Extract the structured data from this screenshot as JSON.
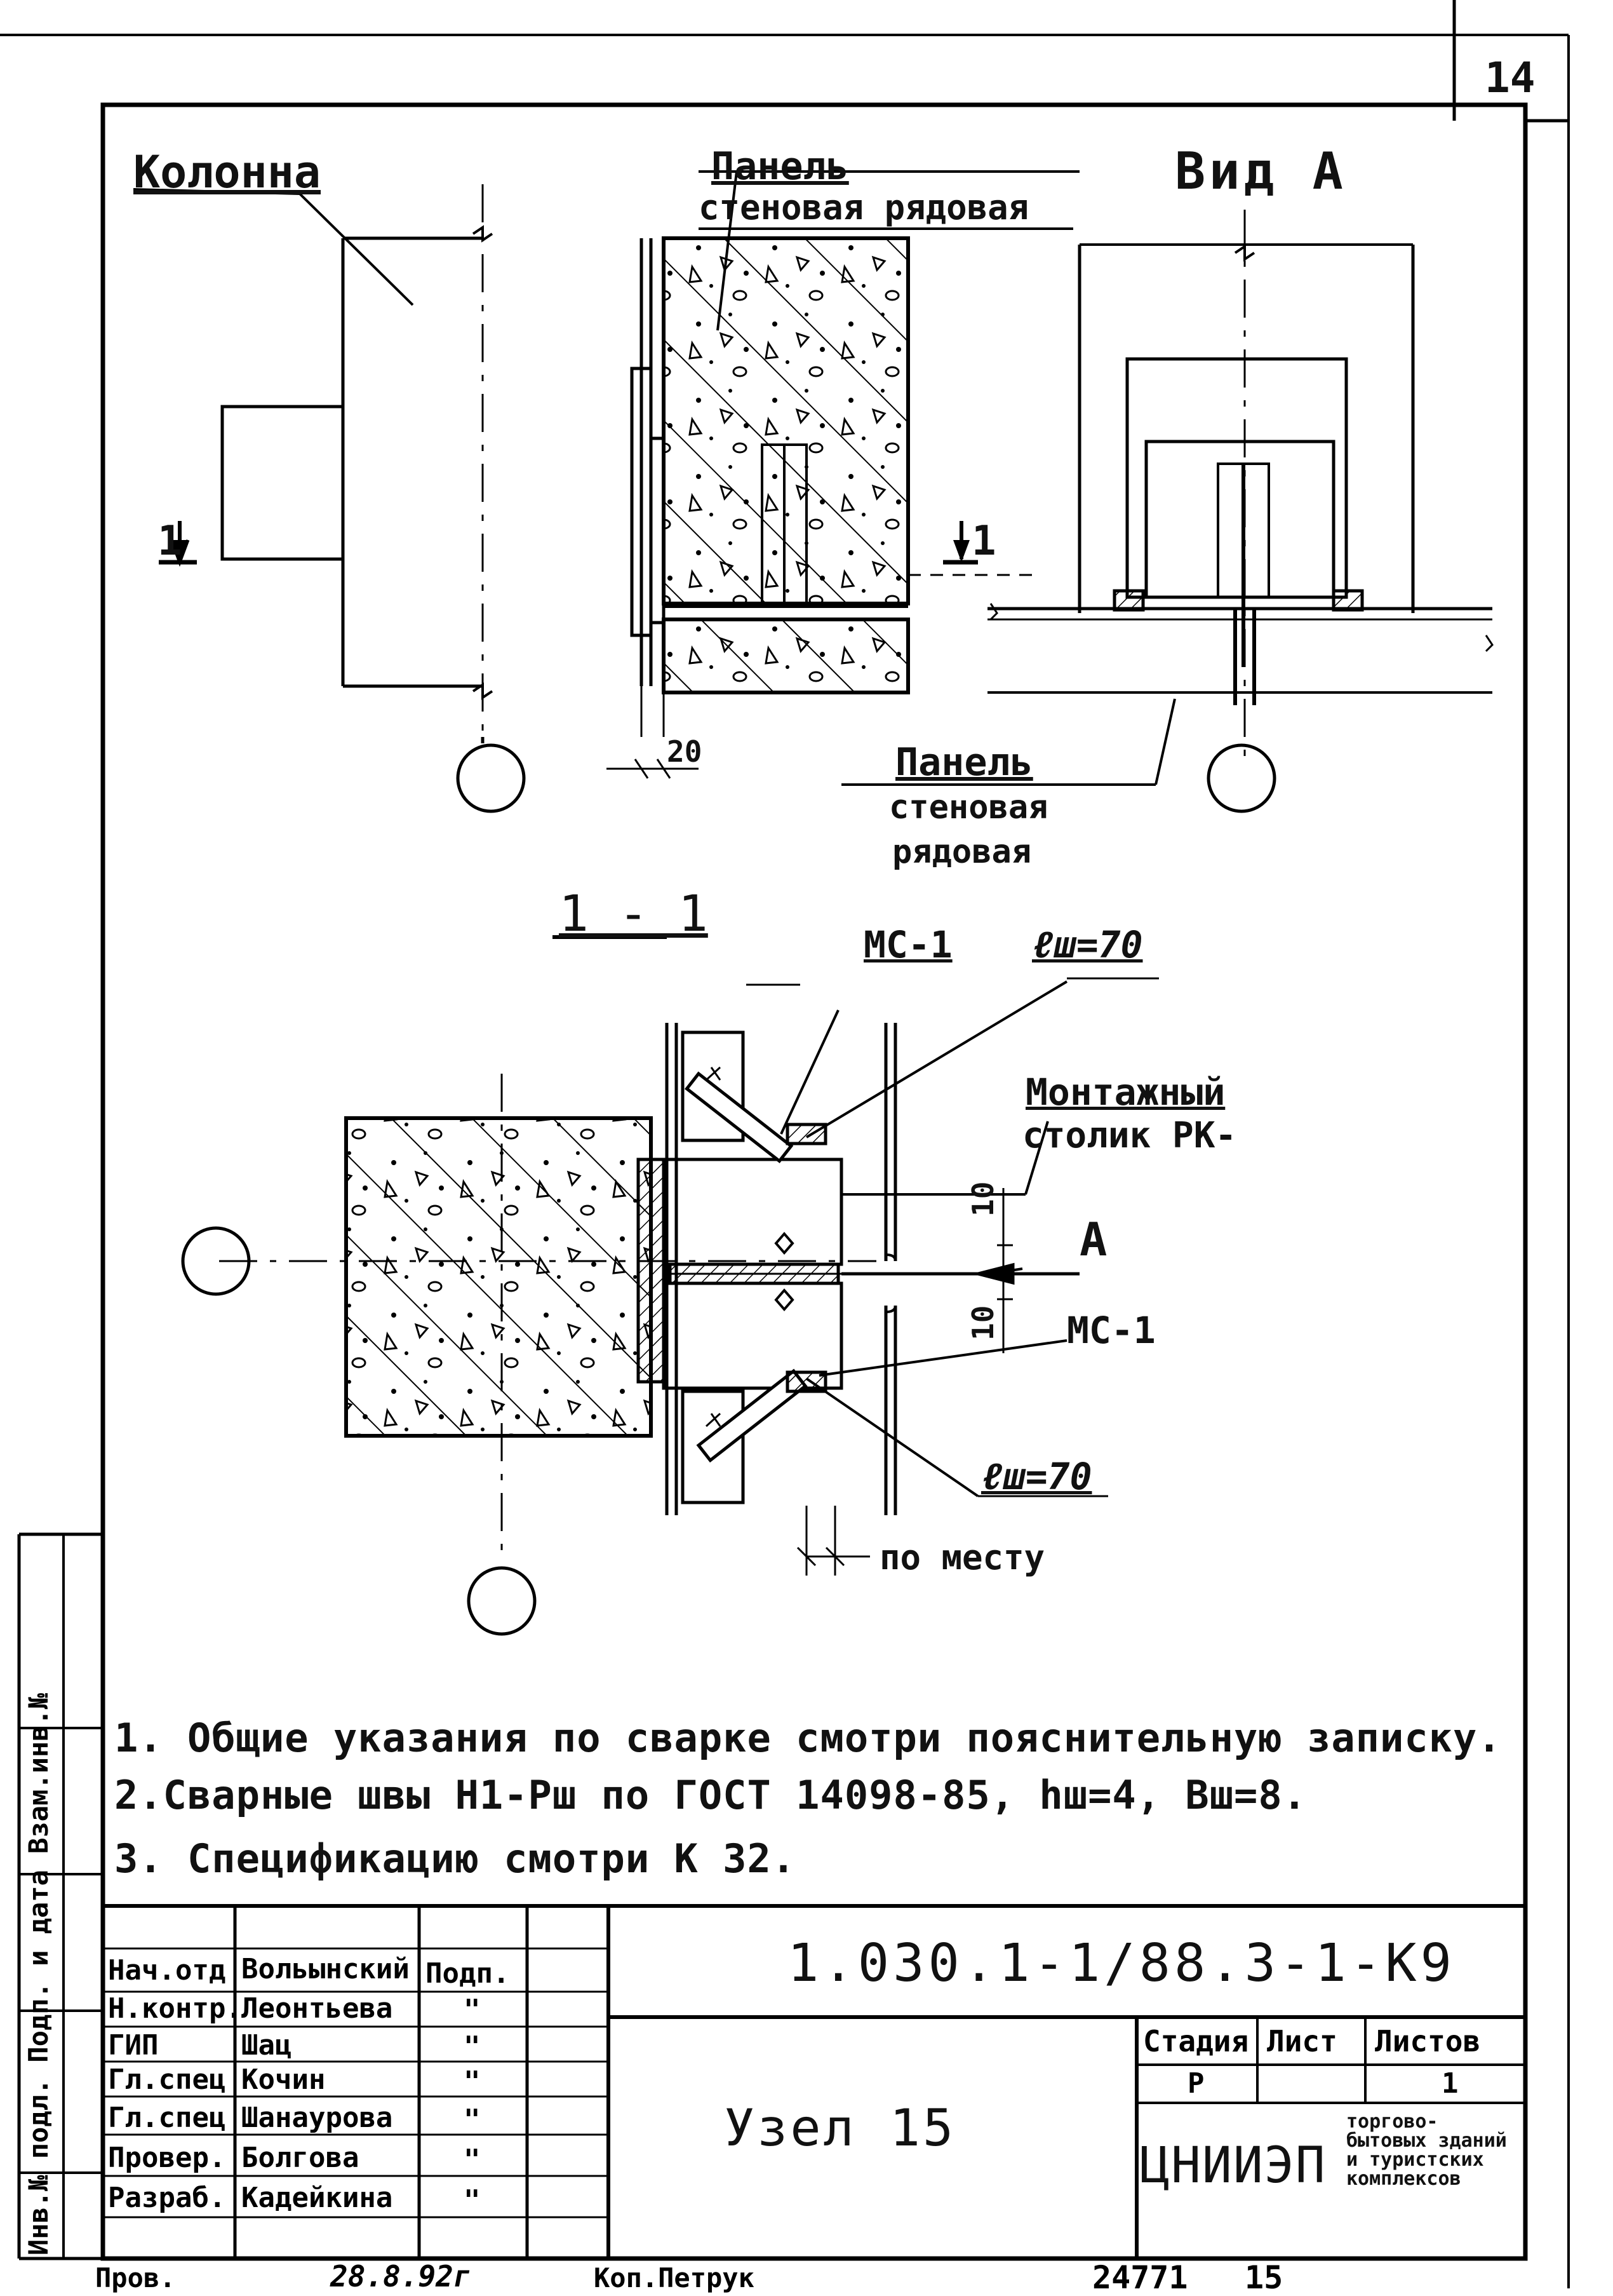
{
  "sheet_number": "14",
  "view_a_title": "Вид А",
  "labels": {
    "column": "Колонна",
    "panel_top_line1": "Панель",
    "panel_top_line2": "стеновая рядовая",
    "panel_right_line1": "Панель",
    "panel_right_line2": "стеновая",
    "panel_right_line3": "рядовая",
    "section_marker": "1",
    "dim_20": "20",
    "section_title": "1 - 1",
    "mc1_top": "МС-1",
    "weld_top": "ℓш=70",
    "table_line1": "Монтажный",
    "table_line2": "столик РК-",
    "dim_10_top": "10",
    "dim_10_bottom": "10",
    "arrow_a": "А",
    "mc1_bottom": "МС-1",
    "weld_bottom": "ℓш=70",
    "in_place": "по месту"
  },
  "notes": [
    "1. Общие указания по сварке смотри пояснительную записку.",
    "2.Сварные швы Н1-Рш по ГОСТ 14098-85, hш=4, Вш=8.",
    "3. Спецификацию смотри К 32."
  ],
  "title_block": {
    "roles": [
      {
        "role": "Нач.отд",
        "name": "Вольынский",
        "sign": "Подп."
      },
      {
        "role": "Н.контр.",
        "name": "Леонтьева",
        "sign": "\""
      },
      {
        "role": "ГИП",
        "name": "Шац",
        "sign": "\""
      },
      {
        "role": "Гл.спец",
        "name": "Кочин",
        "sign": "\""
      },
      {
        "role": "Гл.спец",
        "name": "Шанаурова",
        "sign": "\""
      },
      {
        "role": "Провер.",
        "name": "Болгова",
        "sign": "\""
      },
      {
        "role": "Разраб.",
        "name": "Кадейкина",
        "sign": "\""
      }
    ],
    "document_code": "1.030.1-1/88.3-1-К9",
    "drawing_title": "Узел 15",
    "stage_header": "Стадия",
    "sheet_header": "Лист",
    "sheets_header": "Листов",
    "stage_value": "Р",
    "sheet_value": "",
    "sheets_value": "1",
    "organization": "ЦНИИЭП",
    "organization_subtitle": "торгово-бытовых зданий и туристских комплексов"
  },
  "side_stamp": "Инв.№ подл.  Подп. и дата  Взам.инв.№",
  "footer": {
    "checked": "Пров.",
    "signature_date": "28.8.92г",
    "copied": "Коп.Петрук",
    "archive_number": "24771",
    "format": "15"
  }
}
